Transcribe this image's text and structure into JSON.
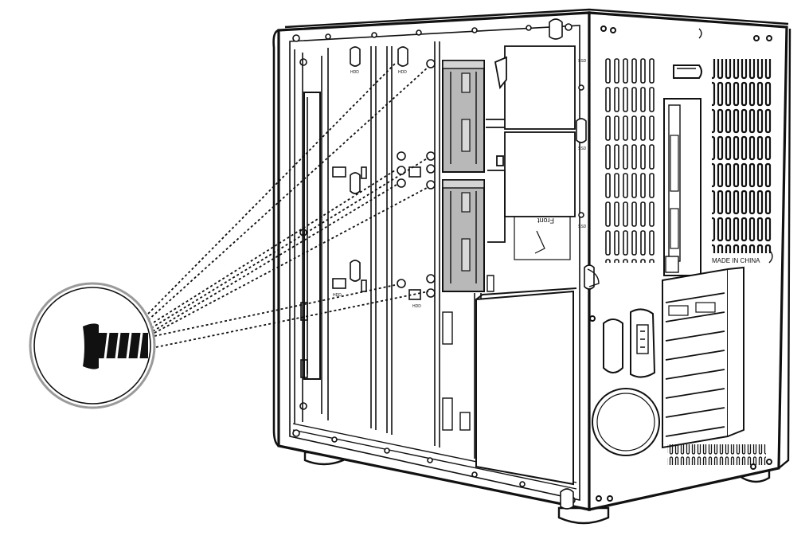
{
  "labels": {
    "made_in": "MADE IN CHINA",
    "front": "Front",
    "ssd_1": "SSD",
    "ssd_2": "SSD",
    "ssd_3": "SSD",
    "hdd_1": "HDD",
    "hdd_2": "HDD",
    "hdd_3": "HDD",
    "hdd_4": "HDD"
  },
  "icons": {
    "callout": "screw-icon"
  },
  "colors": {
    "line": "#111111",
    "drive_fill": "#b8b8b8",
    "callout_ring": "#9a9a9a",
    "background": "#ffffff"
  }
}
